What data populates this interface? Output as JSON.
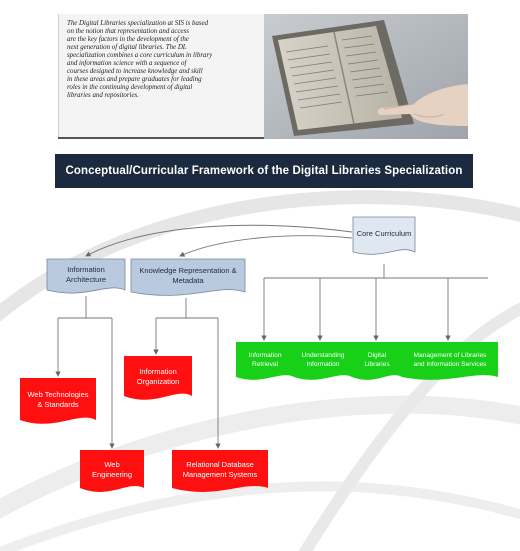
{
  "intro": {
    "lines": [
      "The Digital Libraries specialization at SIS is based",
      "on the notion that representation and access",
      "are the key factors in the development of the",
      "next generation of digital libraries. The DL",
      "specialization combines a core curriculum in library",
      "and information science with a sequence of",
      "courses designed to increase knowledge and skill",
      "in these areas and prepare graduates for leading",
      "roles in the continuing development of digital",
      "libraries and repositories."
    ]
  },
  "photo": {
    "subject": "hand-pointing-at-old-manuscript"
  },
  "banner": {
    "title": "Conceptual/Curricular Framework of the Digital Libraries Specialization"
  },
  "diagram": {
    "core": "Core Curriculum",
    "info_arch": [
      "Information",
      "Architecture"
    ],
    "krm": [
      "Knowledge Representation &",
      "Metadata"
    ],
    "green_nodes": [
      [
        "Information",
        "Retrieval"
      ],
      [
        "Understanding",
        "Information"
      ],
      [
        "Digital",
        "Libraries"
      ],
      [
        "Management of Libraries",
        "and Information Services"
      ]
    ],
    "red_nodes": {
      "web_tech": [
        "Web Technologies",
        "& Standards"
      ],
      "info_org": [
        "Information",
        "Organization"
      ],
      "web_eng": [
        "Web",
        "Engineering"
      ],
      "rdbms": [
        "Relational Database",
        "Management Systems"
      ]
    }
  },
  "colors": {
    "banner_bg": "#1b2a3f",
    "core_fill": "#dfe7f1",
    "blue_fill": "#b9cadf",
    "green_fill": "#17d017",
    "red_fill": "#ff1010"
  }
}
